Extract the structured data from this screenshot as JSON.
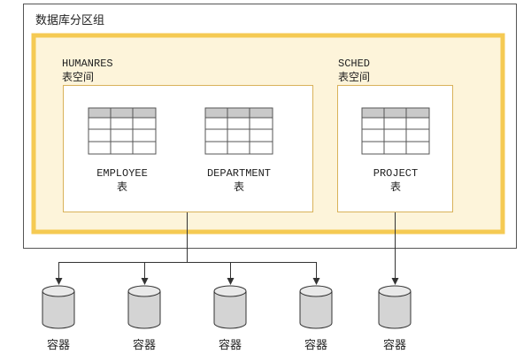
{
  "partition_group": {
    "title": "数据库分区组"
  },
  "tablespaces": [
    {
      "name": "HUMANRES",
      "label": "表空间",
      "tables": [
        {
          "name": "EMPLOYEE",
          "label": "表"
        },
        {
          "name": "DEPARTMENT",
          "label": "表"
        }
      ]
    },
    {
      "name": "SCHED",
      "label": "表空间",
      "tables": [
        {
          "name": "PROJECT",
          "label": "表"
        }
      ]
    }
  ],
  "containers": [
    {
      "label": "容器"
    },
    {
      "label": "容器"
    },
    {
      "label": "容器"
    },
    {
      "label": "容器"
    },
    {
      "label": "容器"
    }
  ],
  "colors": {
    "outer_border": "#555555",
    "glow": "#f5c84a",
    "glow_fill": "#fdf4d9",
    "inner_border": "#d9b25a",
    "table_header": "#c9c9c9",
    "table_line": "#555555",
    "connector": "#333333",
    "cylinder_fill": "#d4d4d4",
    "cylinder_stroke": "#333333"
  },
  "icons": {
    "table": "table-grid-icon",
    "container": "disk-cylinder-icon"
  }
}
